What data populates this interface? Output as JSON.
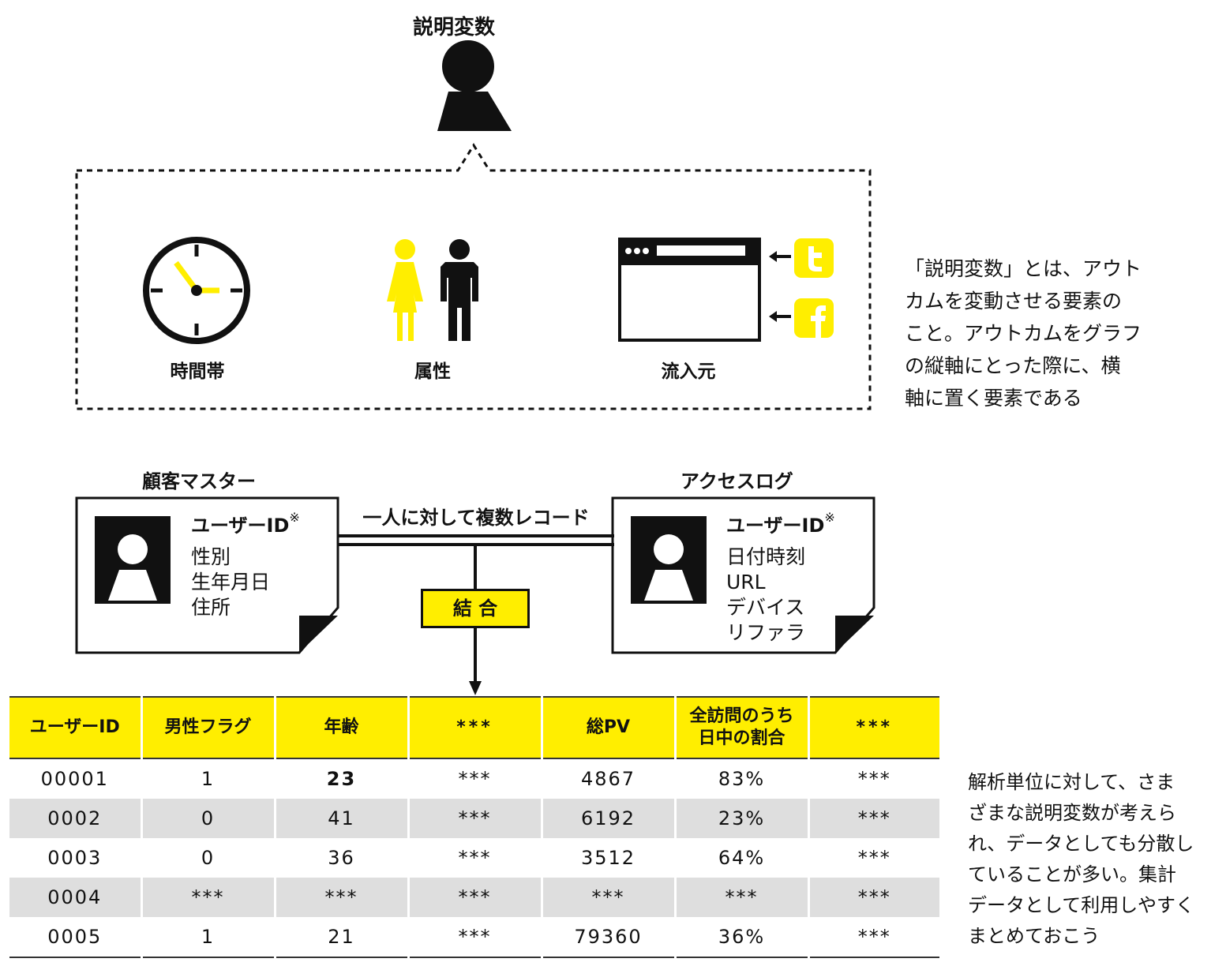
{
  "top": {
    "title": "説明変数",
    "icons": [
      {
        "label": "時間帯",
        "icon": "clock-icon"
      },
      {
        "label": "属性",
        "icon": "people-icon"
      },
      {
        "label": "流入元",
        "icon": "browser-window-icon"
      }
    ],
    "note_lines": [
      "「説明変数」とは、アウト",
      "カムを変動させる要素の",
      "こと。アウトカムをグラフ",
      "の縦軸にとった際に、横",
      "軸に置く要素である"
    ]
  },
  "cards": {
    "left": {
      "title": "顧客マスター",
      "key": "ユーザーID",
      "key_mark": "※",
      "fields": [
        "性別",
        "生年月日",
        "住所"
      ]
    },
    "right": {
      "title": "アクセスログ",
      "key": "ユーザーID",
      "key_mark": "※",
      "fields": [
        "日付時刻",
        "URL",
        "デバイス",
        "リファラ"
      ]
    },
    "relation": "一人に対して複数レコード",
    "join": "結 合"
  },
  "table": {
    "headers": [
      "ユーザーID",
      "男性フラグ",
      "年齢",
      "***",
      "総PV",
      "全訪問のうち",
      "日中の割合",
      "***"
    ],
    "rows": [
      [
        "00001",
        "1",
        "23",
        "***",
        "4867",
        "83%",
        "***"
      ],
      [
        "0002",
        "0",
        "41",
        "***",
        "6192",
        "23%",
        "***"
      ],
      [
        "0003",
        "0",
        "36",
        "***",
        "3512",
        "64%",
        "***"
      ],
      [
        "0004",
        "***",
        "***",
        "***",
        "***",
        "***",
        "***"
      ],
      [
        "0005",
        "1",
        "21",
        "***",
        "79360",
        "36%",
        "***"
      ]
    ]
  },
  "bottom_note_lines": [
    "解析単位に対して、さま",
    "ざまな説明変数が考えら",
    "れ、データとしても分散し",
    "ていることが多い。集計",
    "データとして利用しやすく",
    "まとめておこう"
  ],
  "colors": {
    "accent": "#ffee00",
    "dark": "#111111",
    "stripe": "#dedede"
  }
}
